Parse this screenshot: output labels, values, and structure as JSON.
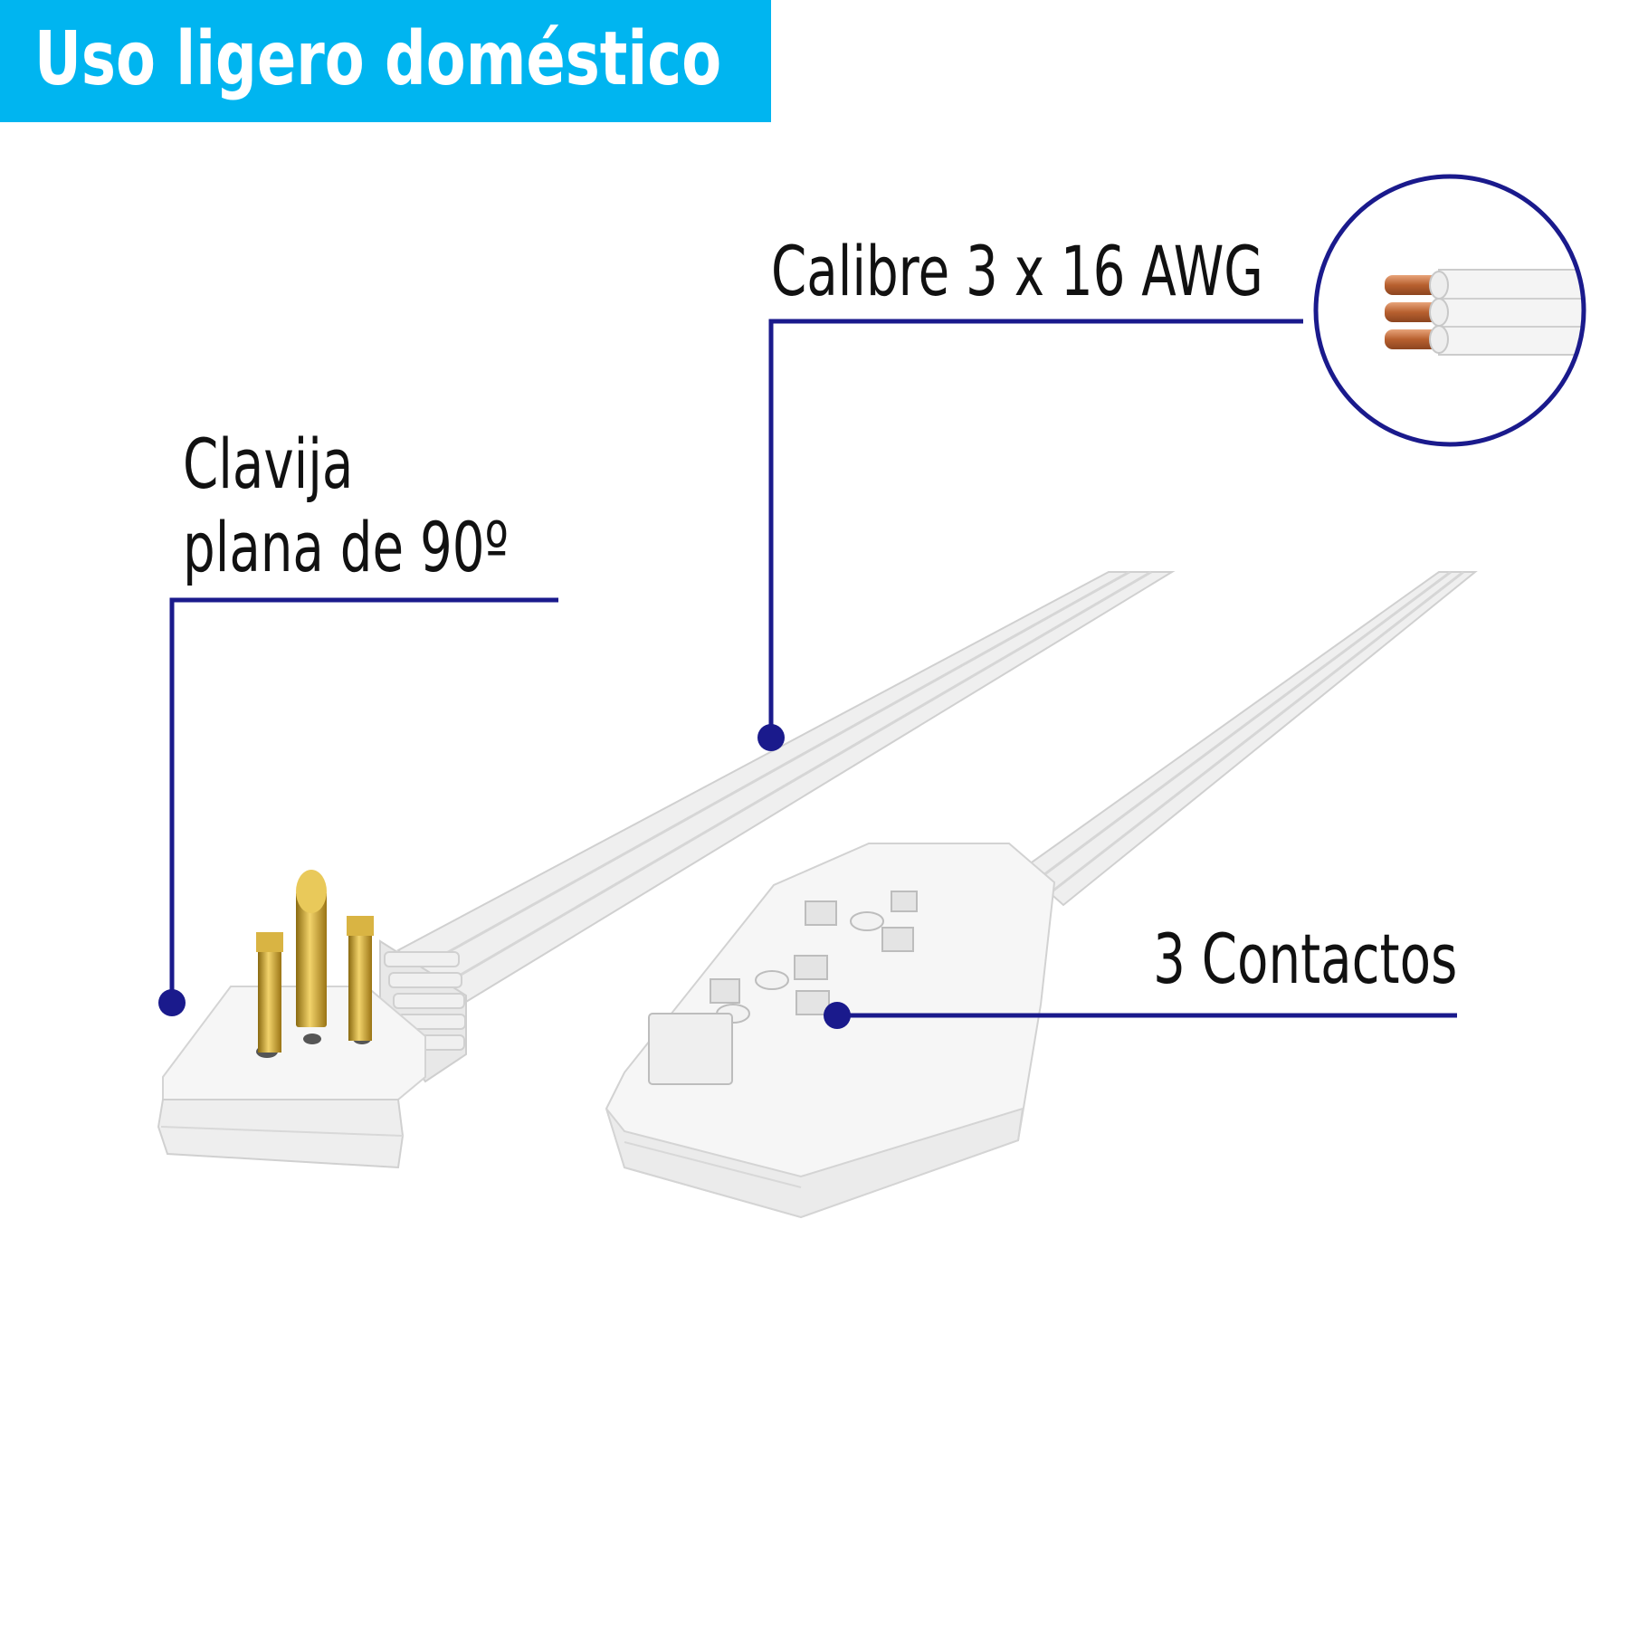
{
  "banner": {
    "title": "Uso ligero doméstico"
  },
  "callouts": {
    "gauge": "Calibre 3 x 16 AWG",
    "plug_line1": "Clavija",
    "plug_line2": "plana de 90º",
    "outlets": "3 Contactos"
  },
  "colors": {
    "banner": "#00b5f0",
    "callout_line": "#1a1a8c",
    "product": "#f4f4f4",
    "brass": "#c9a227",
    "copper": "#c9774a"
  },
  "icons": [
    "plug-icon",
    "power-strip-icon",
    "copper-wire-icon"
  ]
}
